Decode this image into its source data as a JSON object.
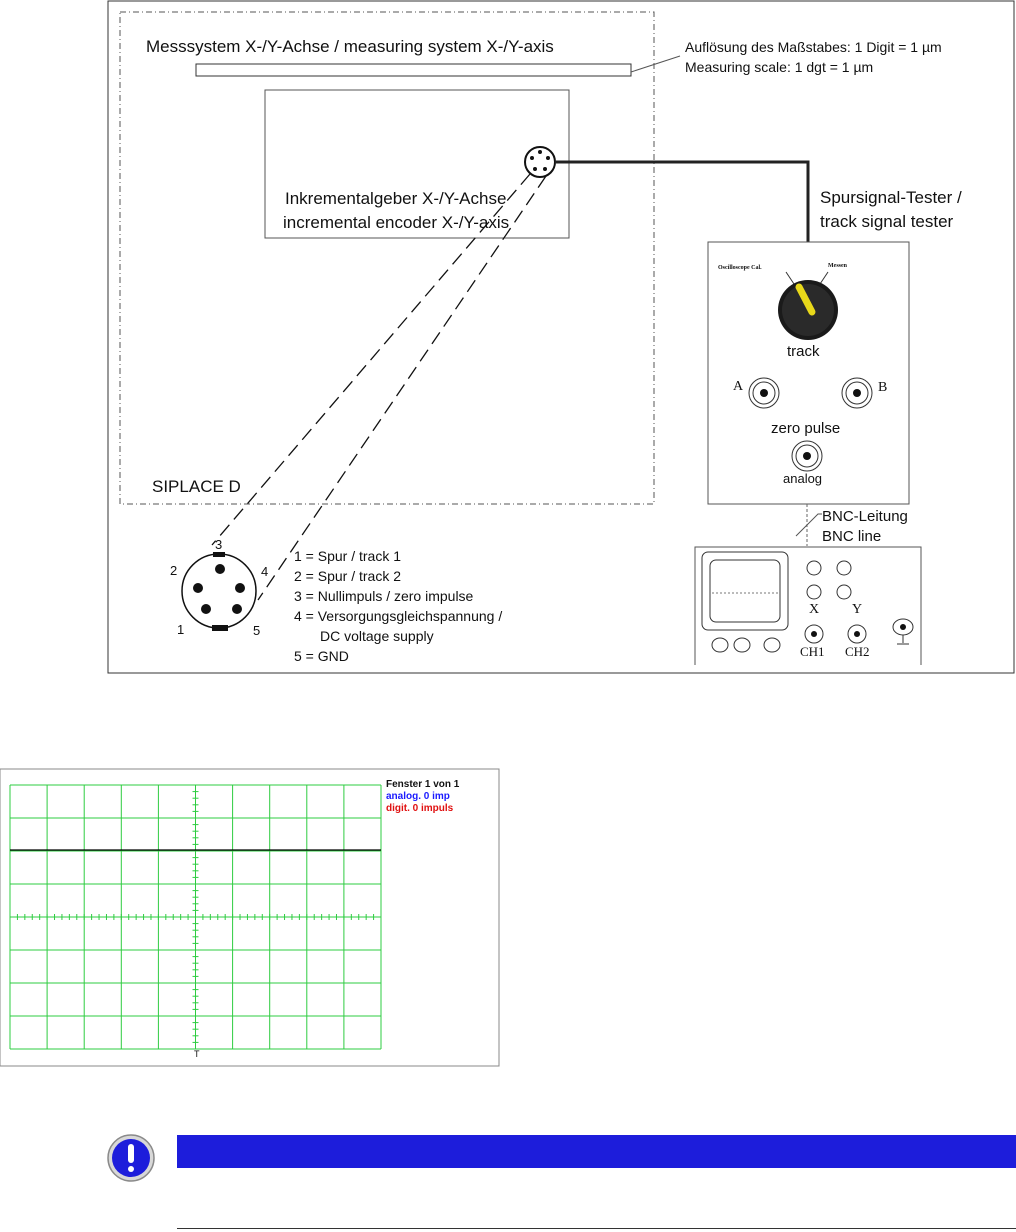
{
  "measuring_system": {
    "title": "Messsystem X-/Y-Achse / measuring system X-/Y-axis",
    "resolution_de": "Auflösung des Maßstabes: 1 Digit = 1 µm",
    "resolution_en": "Measuring scale: 1 dgt = 1 µm"
  },
  "encoder": {
    "line1": "Inkrementalgeber X-/Y-Achse",
    "line2": "incremental encoder X-/Y-axis"
  },
  "machine_label": "SIPLACE D",
  "tester": {
    "title_line1": "Spursignal-Tester /",
    "title_line2": "track signal tester",
    "knob_left_label": "Oscilloscope Cal.",
    "knob_right_label": "Messen",
    "knob_label": "track",
    "socket_a": "A",
    "socket_b": "B",
    "zero_pulse": "zero pulse",
    "analog": "analog"
  },
  "bnc": {
    "line1": "BNC-Leitung",
    "line2": "BNC line"
  },
  "oscilloscope": {
    "x_label": "X",
    "y_label": "Y",
    "ch1": "CH1",
    "ch2": "CH2"
  },
  "connector": {
    "pin_numbers": [
      "1",
      "2",
      "3",
      "4",
      "5"
    ],
    "legend": [
      "1 = Spur / track 1",
      "2 = Spur / track 2",
      "3 = Nullimpuls / zero impulse",
      "4 = Versorgungsgleichspannung /",
      "DC voltage supply",
      "5 = GND"
    ]
  },
  "scope_screen": {
    "window_label": "Fenster 1 von 1",
    "analog_label": "analog. 0 imp",
    "digit_label": "digit. 0 impuls",
    "trigger_marker": "T",
    "grid_color": "#2ecc40",
    "analog_color": "#1a1aff",
    "digit_color": "#e01010",
    "trace_color": "#000000"
  },
  "note": {
    "bar_color": "#1d1ddb",
    "icon": "exclamation-icon"
  }
}
